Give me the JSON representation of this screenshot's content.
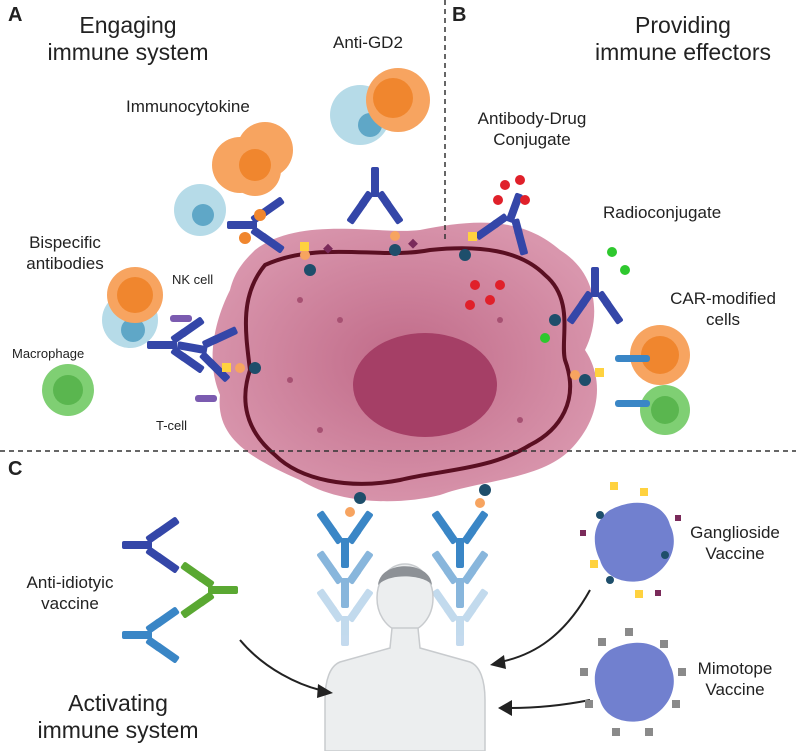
{
  "panels": {
    "a": {
      "letter": "A",
      "title_line1": "Engaging",
      "title_line2": "immune system"
    },
    "b": {
      "letter": "B",
      "title_line1": "Providing",
      "title_line2": "immune effectors"
    },
    "c": {
      "letter": "C",
      "title_line1": "Activating",
      "title_line2": "immune system"
    }
  },
  "labels": {
    "anti_gd2": "Anti-GD2",
    "immunocytokine": "Immunocytokine",
    "bispecific_line1": "Bispecific",
    "bispecific_line2": "antibodies",
    "nk_cell": "NK cell",
    "macrophage": "Macrophage",
    "t_cell": "T-cell",
    "adc_line1": "Antibody-Drug",
    "adc_line2": "Conjugate",
    "radioconjugate": "Radioconjugate",
    "car_line1": "CAR-modified",
    "car_line2": "cells",
    "anti_idiotypic_line1": "Anti-idiotyic",
    "anti_idiotypic_line2": "vaccine",
    "ganglioside_line1": "Ganglioside",
    "ganglioside_line2": "Vaccine",
    "mimotope_line1": "Mimotope",
    "mimotope_line2": "Vaccine"
  },
  "colors": {
    "tumor": "#c97b94",
    "tumor_core": "#a53f66",
    "membrane": "#5a0f22",
    "antibody_dark": "#3446a8",
    "antibody_light": "#3a86c6",
    "antibody_green": "#5aa832",
    "nk_orange": "#f7a460",
    "macrophage_blue": "#b6dbe8",
    "tcell_green": "#7fcf73",
    "vaccine_blue": "#7180cf",
    "divider": "#333333"
  },
  "icons": [
    "tumor-cell",
    "nk-cell-icon",
    "macrophage-icon",
    "t-cell-icon",
    "antibody-icon",
    "human-figure-icon",
    "vaccine-particle-icon"
  ]
}
